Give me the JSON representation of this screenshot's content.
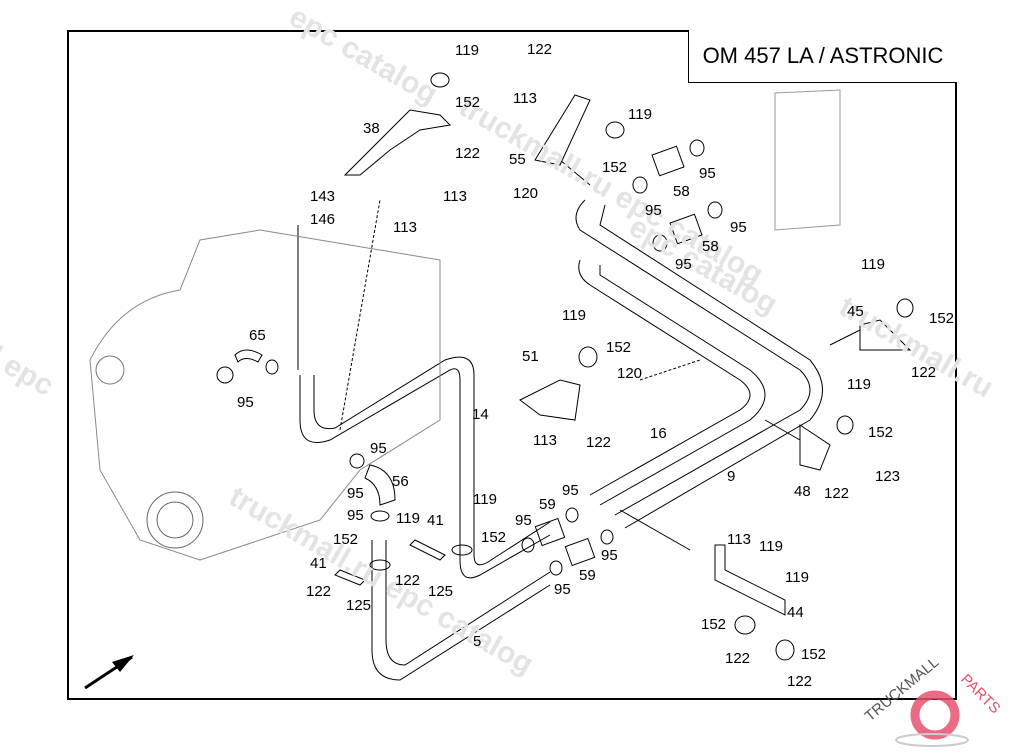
{
  "title": "OM 457 LA / ASTRONIC",
  "watermarks": [
    {
      "text": "epc catalog"
    },
    {
      "text": "truckmall.ru epc catalog"
    },
    {
      "text": "epc catalog"
    },
    {
      "text": "truckmall.ru"
    },
    {
      "text": "truckmall.ru epc catalog"
    },
    {
      "text": "l epc"
    }
  ],
  "logo": {
    "text_black": "TRUCKMALL",
    "text_red": "PARTS",
    "color_red": "#e8506e"
  },
  "callouts": [
    "119",
    "152",
    "38",
    "122",
    "113",
    "143",
    "146",
    "113",
    "122",
    "113",
    "55",
    "120",
    "119",
    "152",
    "58",
    "95",
    "95",
    "58",
    "95",
    "95",
    "119",
    "45",
    "152",
    "122",
    "119",
    "152",
    "48",
    "122",
    "123",
    "119",
    "51",
    "152",
    "120",
    "113",
    "122",
    "16",
    "9",
    "65",
    "95",
    "14",
    "95",
    "56",
    "95",
    "119",
    "41",
    "152",
    "41",
    "122",
    "125",
    "122",
    "125",
    "119",
    "152",
    "95",
    "59",
    "95",
    "95",
    "59",
    "95",
    "95",
    "5",
    "113",
    "119",
    "119",
    "44",
    "152",
    "122",
    "152",
    "122"
  ],
  "colors": {
    "line": "#000000",
    "watermark": "#e3e3e3",
    "accent": "#e8506e"
  }
}
